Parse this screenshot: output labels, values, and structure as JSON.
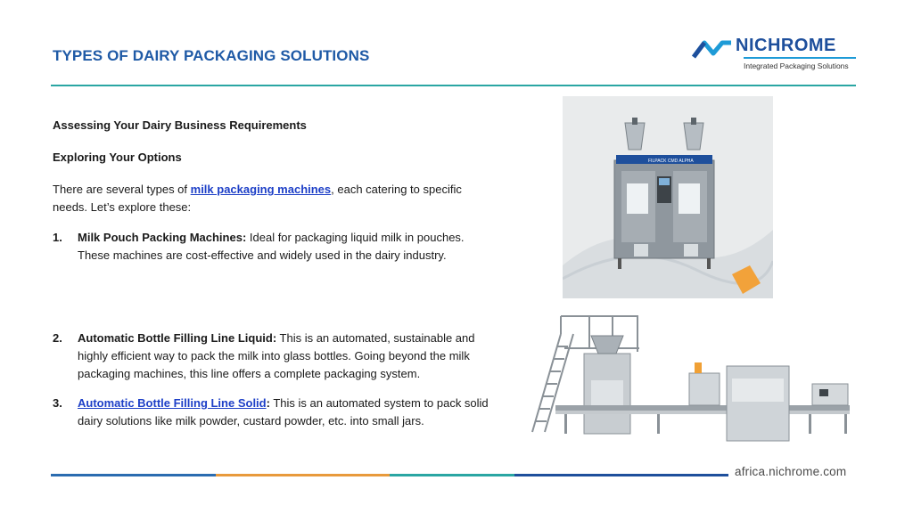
{
  "header": {
    "title": "TYPES OF DAIRY PACKAGING SOLUTIONS",
    "logo_name": "NICHROME",
    "logo_tagline": "Integrated Packaging Solutions"
  },
  "content": {
    "heading1": "Assessing Your Dairy Business Requirements",
    "heading2": "Exploring Your Options",
    "intro": {
      "before": "There are several types of ",
      "link": "milk packaging machines",
      "after": ", each catering to specific needs. Let’s explore these:"
    },
    "items": [
      {
        "num": "1.",
        "lead": "Milk Pouch Packing Machines:",
        "text": " Ideal for packaging liquid milk in pouches. These machines are cost-effective and widely used in the dairy industry."
      },
      {
        "num": "2.",
        "lead": "Automatic Bottle Filling Line Liquid:",
        "text": " This is an automated, sustainable and highly efficient way to pack the milk into glass bottles. Going beyond the milk packaging machines, this line offers a complete packaging system."
      },
      {
        "num": "3.",
        "link": "Automatic Bottle Filling Line Solid",
        "colon": ":",
        "text": " This is an automated system to pack solid dairy solutions like milk powder, custard powder, etc. into small jars."
      }
    ]
  },
  "images": {
    "machine1_label": "FILPACK CMD ALPHA"
  },
  "footer": {
    "url": "africa.nichrome.com"
  },
  "colors": {
    "title": "#1f5aa6",
    "link": "#1d3fc7",
    "rule": "#2aa6a3",
    "footer_segments": [
      "#2b6cb0",
      "#e89a3c",
      "#2aa6a3",
      "#1e4f9c"
    ]
  }
}
